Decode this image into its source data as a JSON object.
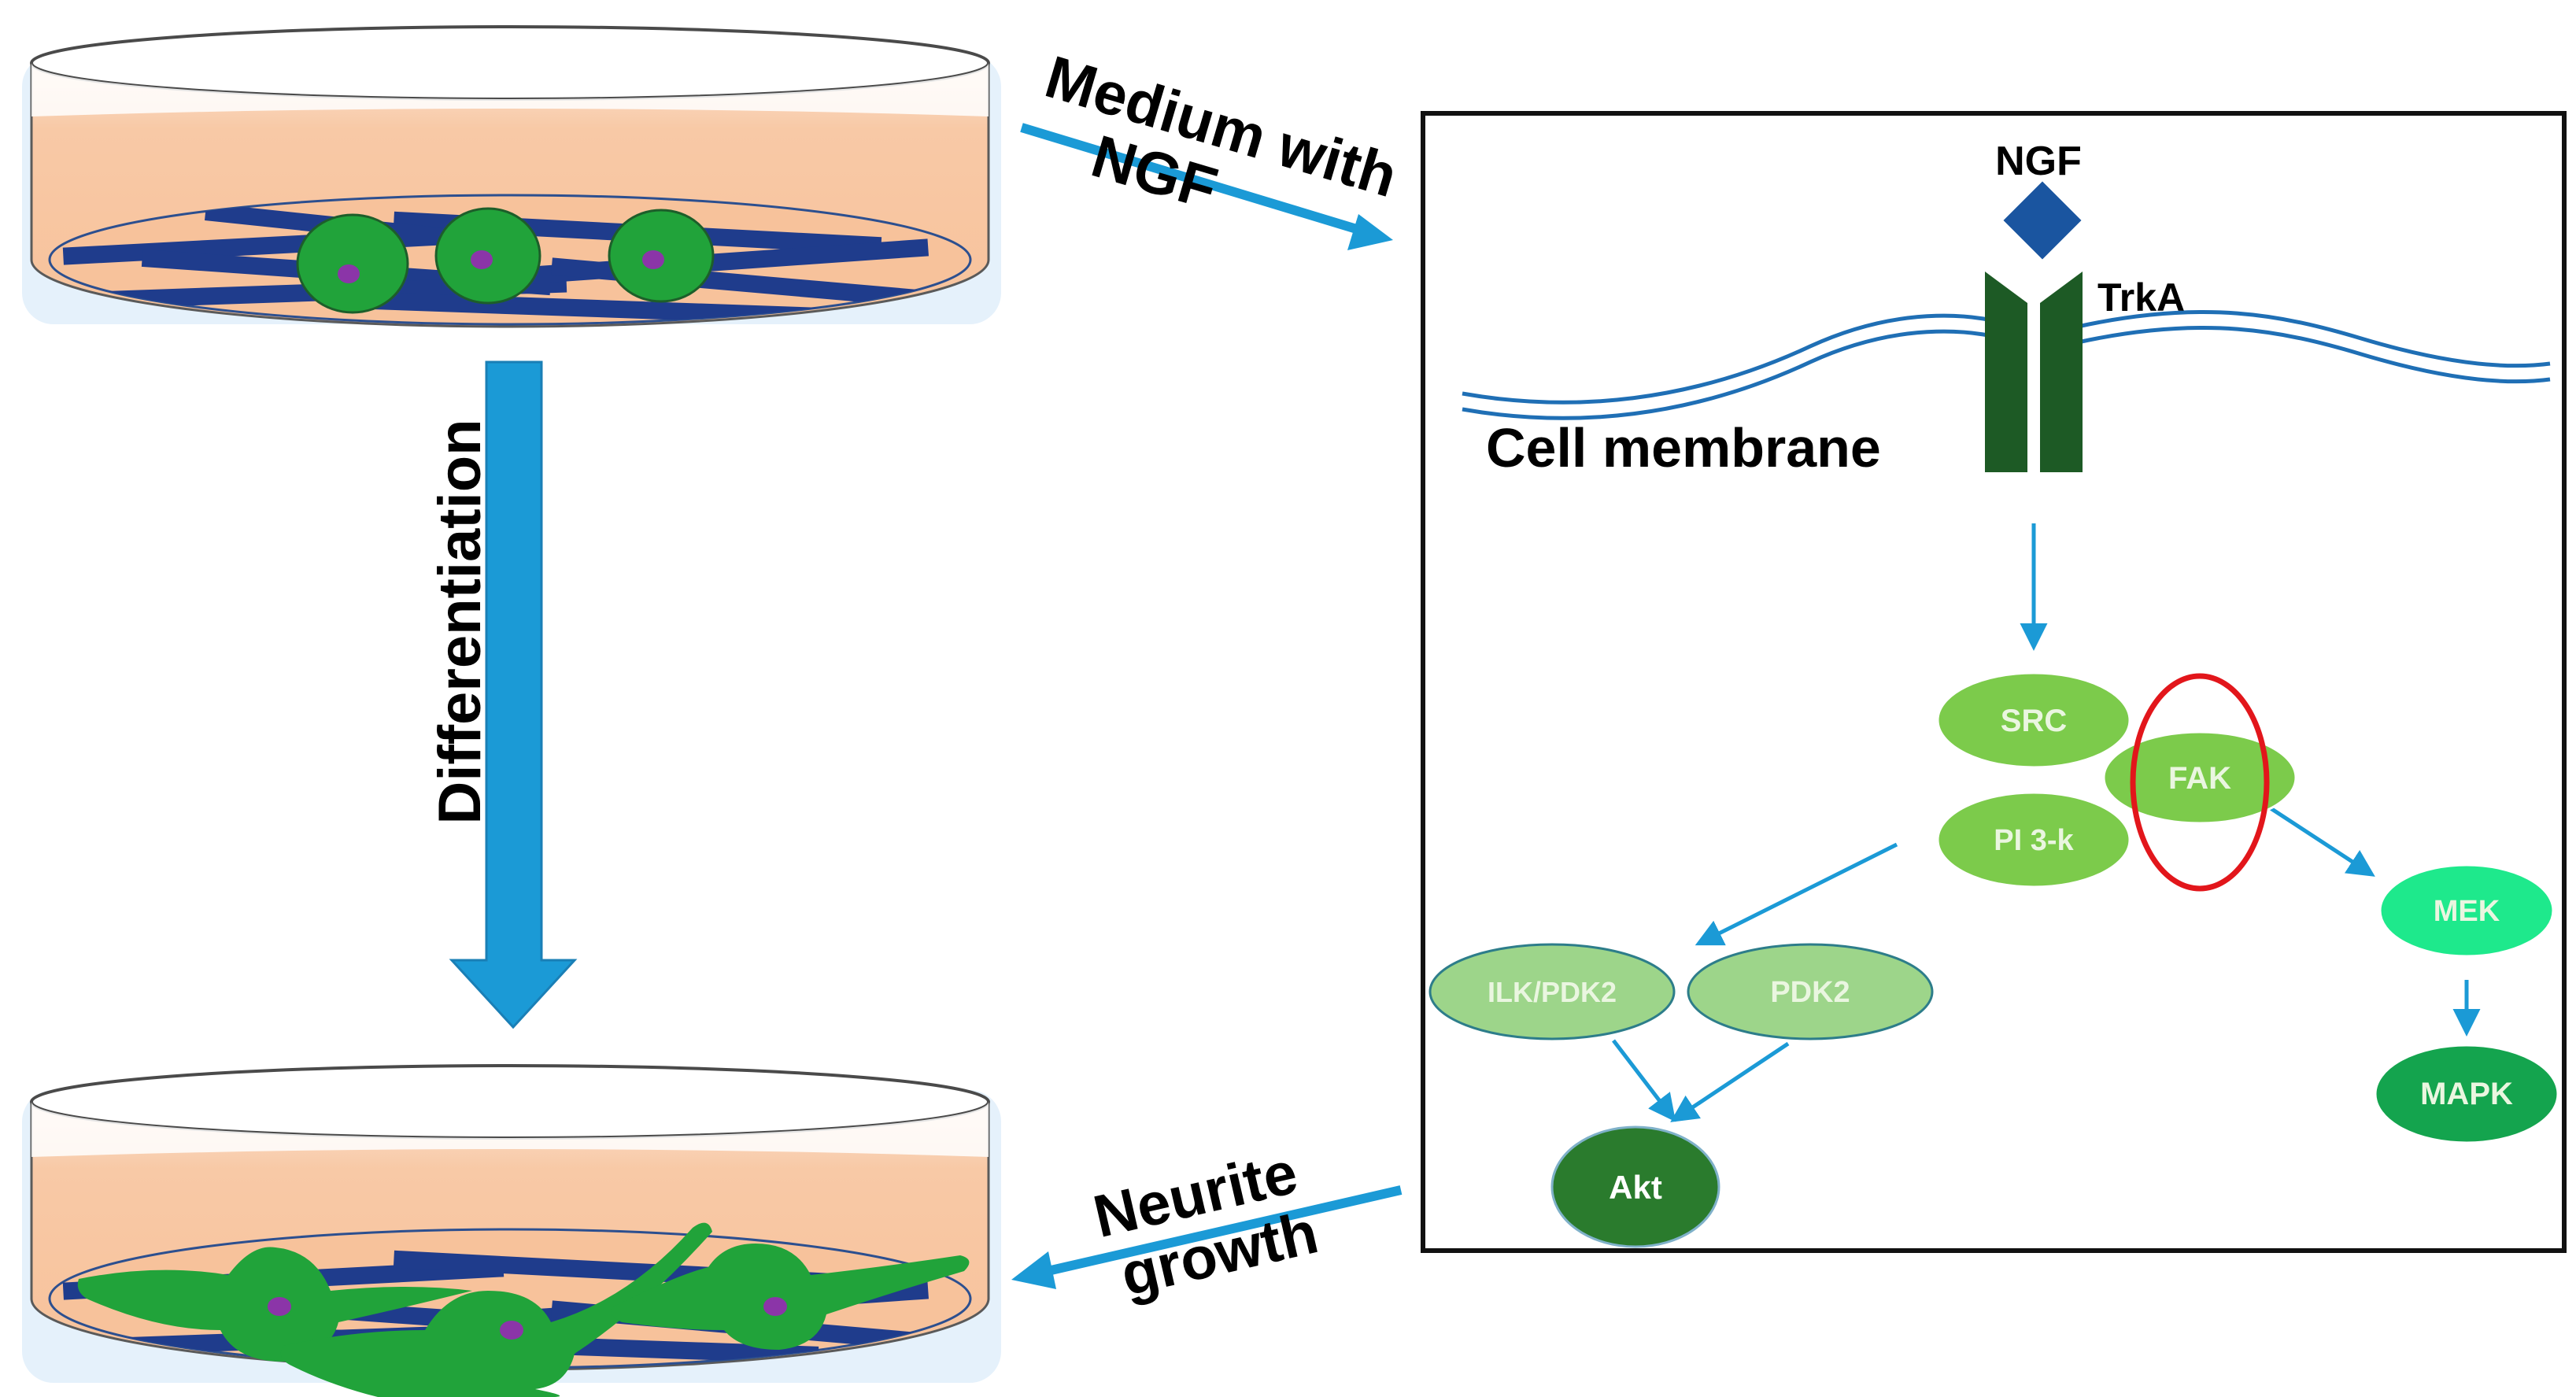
{
  "labels": {
    "medium_line1": "Medium with",
    "medium_line2": "NGF",
    "differentiation": "Differentiation",
    "neurite_line1": "Neurite",
    "neurite_line2": "growth",
    "ngf": "NGF",
    "trka": "TrkA",
    "cell_membrane": "Cell membrane"
  },
  "nodes": {
    "src": "SRC",
    "fak": "FAK",
    "pi3k": "PI 3-k",
    "mek": "MEK",
    "mapk": "MAPK",
    "ilk_pdk2": "ILK/PDK2",
    "pdk2": "PDK2",
    "akt": "Akt"
  },
  "colors": {
    "arrow_blue": "#1b9ad6",
    "fiber_blue": "#1f3c8c",
    "medium_peach": "#f8c9a6",
    "cell_green": "#21a33a",
    "nucleus_purple": "#8b35a8",
    "receptor_green": "#1d5a25",
    "ngf_blue": "#1a55a0",
    "highlight_red": "#e2161b",
    "node_light_green": "#7ccb4b",
    "node_pale_green": "#9dd58a",
    "node_mint": "#1ee98c",
    "node_mid_green": "#14a44e",
    "node_dark_green": "#2a7b2d"
  }
}
